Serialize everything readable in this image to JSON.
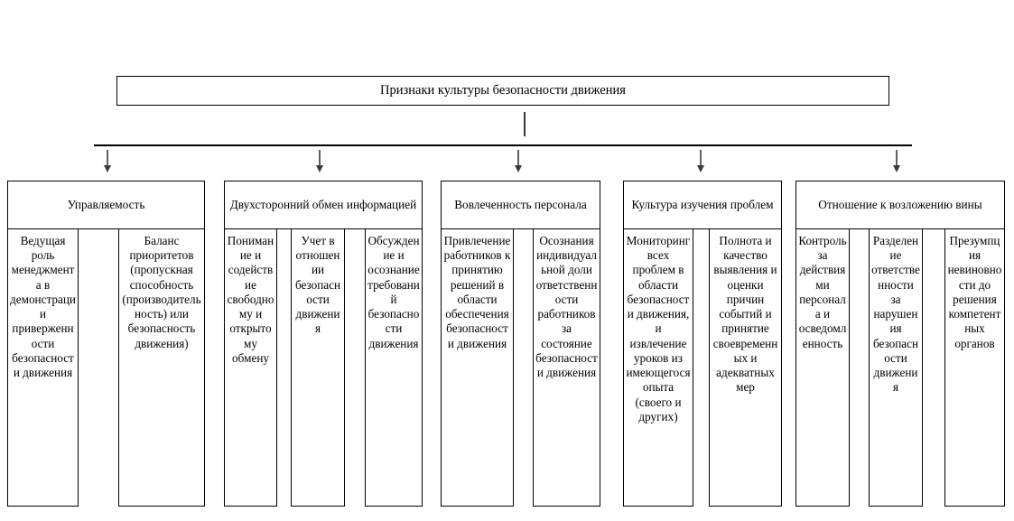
{
  "diagram": {
    "type": "hierarchy-tree",
    "title": "Признаки культуры безопасности движения",
    "connector": {
      "stem_icon": "vertical-line",
      "distribution_bar_icon": "horizontal-line",
      "arrow_icon": "arrow-down-icon",
      "arrow_count": 5
    },
    "groups": [
      {
        "id": "upravlyaemost",
        "label": "Управляемость",
        "items": [
          {
            "text": "Ведущая роль менеджмента в демонстрации приверженности безопасности движения"
          },
          {
            "text": "Баланс приоритетов (пропускная способность (производительность) или безопасность движения)"
          }
        ]
      },
      {
        "id": "obmen-informaciey",
        "label": "Двухсторонний обмен информацией",
        "items": [
          {
            "text": "Понимание и содействие свободному и открытому обмену"
          },
          {
            "text": "Учет в отношении безопасности движения"
          },
          {
            "text": "Обсуждение и осознание требований безопасности движения"
          }
        ]
      },
      {
        "id": "vovlechennost-personala",
        "label": "Вовлеченность персонала",
        "items": [
          {
            "text": "Привлечение работников к принятию решений в области обеспечения безопасности движения"
          },
          {
            "text": "Осознания индивидуальной доли ответственности работников за состояние безопасности движения"
          }
        ]
      },
      {
        "id": "kultura-izucheniya-problem",
        "label": "Культура изучения проблем",
        "items": [
          {
            "text": "Мониторинг всех проблем в области безопасности движения, и извлечение уроков из имеющегося опыта (своего и других)"
          },
          {
            "text": "Полнота и качество выявления и оценки причин событий и принятие своевременных и адекватных мер"
          }
        ]
      },
      {
        "id": "otnoshenie-k-vozlozheniyu-viny",
        "label": "Отношение к возложению вины",
        "items": [
          {
            "text": "Контроль за действиями персонала и осведомленность"
          },
          {
            "text": "Разделение ответственности за нарушения безопасности движения"
          },
          {
            "text": "Презумпция невиновности до решения компетентных органов"
          }
        ]
      }
    ]
  },
  "colors": {
    "line": "#000000",
    "stem": "#3a3a3a",
    "background": "#ffffff",
    "text": "#000000"
  }
}
